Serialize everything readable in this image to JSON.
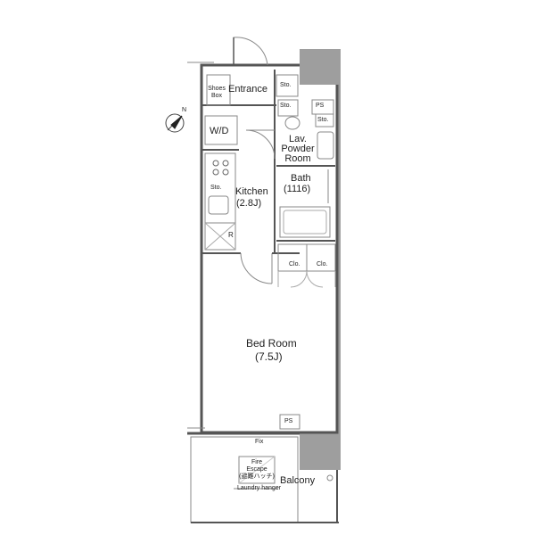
{
  "rooms": {
    "entrance": "Entrance",
    "shoes_box": [
      "Shoes",
      "Box"
    ],
    "wd": "W/D",
    "kitchen": "Kitchen",
    "kitchen_size": "(2.8J)",
    "refrigerator": "R",
    "lav": [
      "Lav.",
      "Powder",
      "Room"
    ],
    "bath": "Bath",
    "bath_size": "(1116)",
    "bedroom": "Bed Room",
    "bedroom_size": "(7.5J)",
    "balcony": "Balcony"
  },
  "storage": {
    "sto_entrance": "Sto.",
    "sto_lav": "Sto.",
    "sto_lav_right": "Sto.",
    "sto_kitchen": "Sto.",
    "ps_upper": "PS",
    "ps_lower": "PS",
    "clo_left": "Clo.",
    "clo_right": "Clo."
  },
  "balcony_items": {
    "fix": "Fix",
    "fire_escape": [
      "Fire",
      "Escape",
      "(避難ハッチ)"
    ],
    "laundry_hanger": "Laundry hanger"
  },
  "compass": {
    "letter": "N"
  },
  "colors": {
    "wall": "#555555",
    "shaft": "#9a9a9a",
    "line": "#666666",
    "text": "#222222"
  }
}
